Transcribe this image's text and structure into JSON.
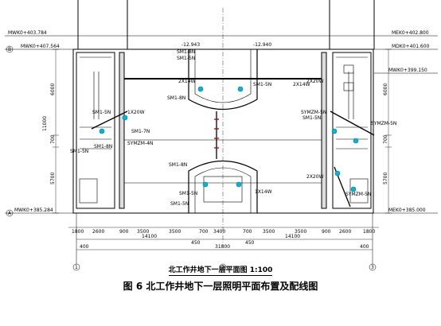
{
  "elevations": {
    "mwk_top": "MWK0+403.784",
    "mwk_mid": "MWK0+407.564",
    "mwk_bottom": "MWK0+385.284",
    "mek_top": "MEK0+402.800",
    "mdk_top": "MDK0+401.600",
    "mwk_right": "MWK0+399.150",
    "mek_bottom": "MEK0+385.000"
  },
  "grid_letters": {
    "top": "B",
    "bottom": "A"
  },
  "grid_numbers": {
    "left": "1",
    "center": "2",
    "right": "3"
  },
  "levels": {
    "left": "-12.943",
    "right": "-12.940"
  },
  "fixtures": {
    "sm1_8n_a": "SM1-8N",
    "sm1_5n_a": "SM1-5N",
    "sm1_5n_b": "SM1-5N",
    "power_a": "2X14W",
    "sm1_8n_b": "SM1-8N",
    "power_b": "2X14W",
    "sm1_5n_c": "SM1-5N",
    "sm1_7n": "SM1-7N",
    "symzm_4n": "SYMZM-4N",
    "power_c": "1X20W",
    "sm1_5n_d": "SM1-5N",
    "sm1_8n_c": "SM1-8N",
    "sm1_5n_e": "SM1-5N",
    "sm1_5n_f": "SM1-5N",
    "power_d": "1X14W",
    "power_e": "2X20W",
    "symzm_5n_a": "SYMZM-5N",
    "symzm_5n_b": "SYMZM-5N",
    "power_f": "2X20W",
    "symzm_5n_c": "SYMZM-5N",
    "sm1_8n_d": "SM1-8N",
    "sm1_5n_g": "SM1-5N"
  },
  "left_dims": [
    "6000",
    "11000",
    "700",
    "5700"
  ],
  "right_dims": [
    "6000",
    "700",
    "5700"
  ],
  "bottom_dims_row1": [
    "1800",
    "2600",
    "900",
    "3500",
    "3500",
    "700",
    "3400",
    "700",
    "3500",
    "3500",
    "900",
    "2600",
    "1800"
  ],
  "bottom_dims_row2": [
    "14100",
    "14100"
  ],
  "bottom_dims_row3": [
    "400",
    "450",
    "450",
    "400"
  ],
  "bottom_total": "31800",
  "subtitle": "北工作井地下一层平面图 1:100",
  "figure_title": "图 6    北工作井地下一层照明平面布置及配线图"
}
